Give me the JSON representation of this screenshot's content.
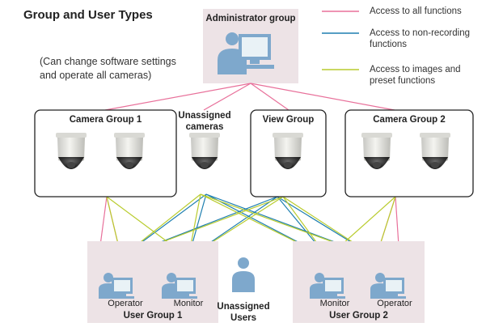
{
  "title": "Group and User Types",
  "admin": {
    "label": "Administrator group",
    "note_line1": "(Can change software settings",
    "note_line2": "and operate all cameras)"
  },
  "legend": [
    {
      "label": "Access to all functions",
      "color": "#e8709a"
    },
    {
      "label_line1": "Access to non-recording",
      "label_line2": "functions",
      "color": "#1f7fb0"
    },
    {
      "label_line1": "Access to images and",
      "label_line2": "preset functions",
      "color": "#b9cc2e"
    }
  ],
  "camera_groups": [
    {
      "label": "Camera Group 1"
    },
    {
      "label_line1": "Unassigned",
      "label_line2": "cameras"
    },
    {
      "label": "View Group"
    },
    {
      "label": "Camera Group 2"
    }
  ],
  "user_group_1": {
    "label": "User Group 1",
    "member_a": "Operator",
    "member_b": "Monitor"
  },
  "unassigned_users": {
    "line1": "Unassigned",
    "line2": "Users"
  },
  "user_group_2": {
    "label": "User Group 2",
    "member_a": "Monitor",
    "member_b": "Operator"
  },
  "colors": {
    "pink": "#e8709a",
    "blue": "#1f7fb0",
    "green": "#b9cc2e",
    "panel": "#ede3e6",
    "figure": "#7ea8cc"
  }
}
